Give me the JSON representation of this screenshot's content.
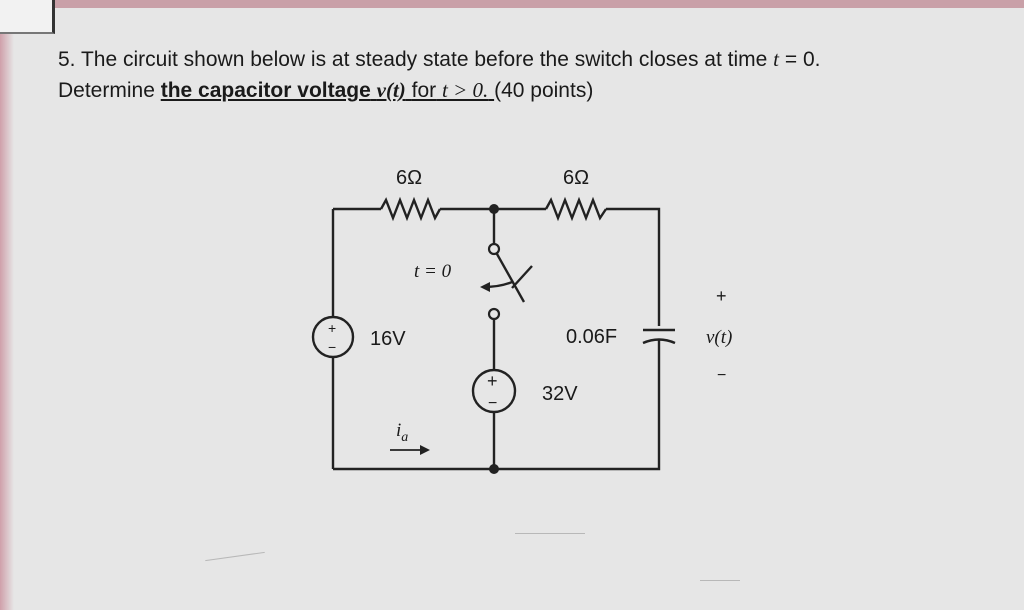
{
  "question": {
    "number": "5.",
    "line1_text": "The circuit shown below is at steady state before the switch closes at time",
    "line1_var": "t",
    "line1_tail": "= 0.",
    "line2_prefix": "Determine",
    "line2_bold": "the capacitor voltage",
    "line2_var": "v(t)",
    "line2_for": "for",
    "line2_cond": "t > 0.",
    "line2_points": "(40 points)"
  },
  "circuit": {
    "r1_label": "6Ω",
    "r2_label": "6Ω",
    "switch_label": "t = 0",
    "source1_label": "16V",
    "source1_plus": "+",
    "source1_minus": "−",
    "source2_label": "32V",
    "source2_plus": "+",
    "source2_minus": "−",
    "cap_label": "0.06F",
    "vout_plus": "+",
    "vout_label": "v(t)",
    "vout_minus": "−",
    "current_label": "i",
    "current_sub": "a"
  }
}
